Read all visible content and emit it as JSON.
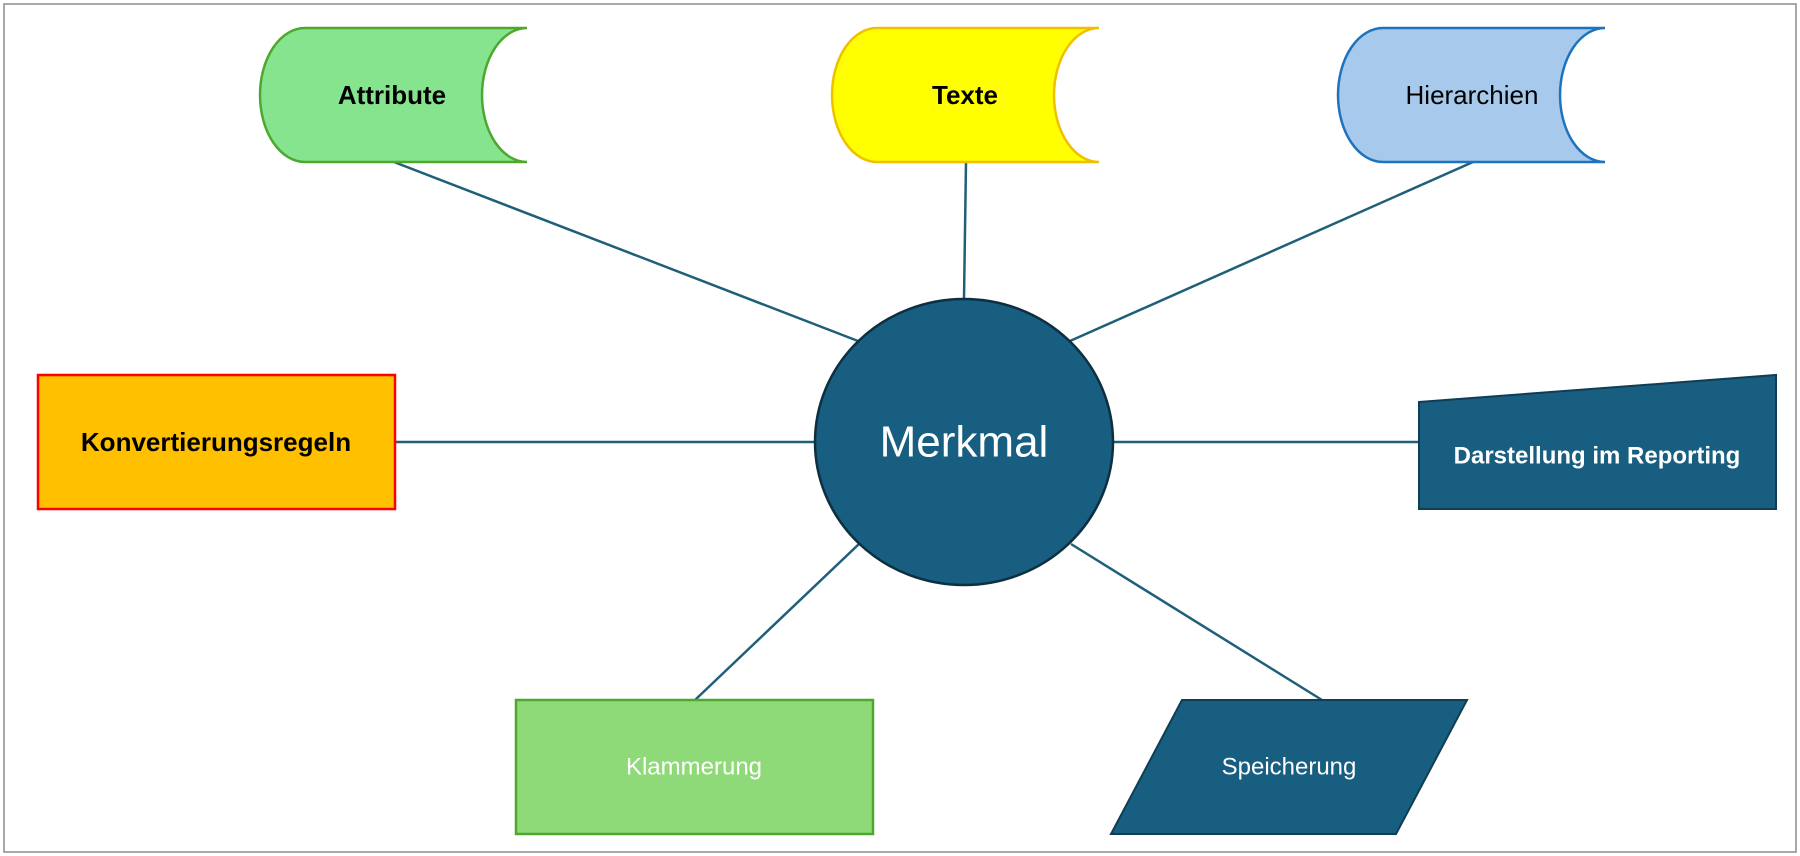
{
  "diagram": {
    "center": {
      "label": "Merkmal"
    },
    "nodes": {
      "attribute": {
        "label": "Attribute"
      },
      "texte": {
        "label": "Texte"
      },
      "hierarchien": {
        "label": "Hierarchien"
      },
      "konvertierungsregeln": {
        "label": "Konvertierungsregeln"
      },
      "darstellung": {
        "label": "Darstellung im Reporting"
      },
      "klammerung": {
        "label": "Klammerung"
      },
      "speicherung": {
        "label": "Speicherung"
      }
    }
  },
  "colors": {
    "dark_teal": "#175E80",
    "connector": "#1F5F7A",
    "green_fill": "#86E48F",
    "green_stroke": "#4EA72E",
    "yellow_fill": "#FFFF00",
    "yellow_stroke": "#F0C000",
    "blue_fill": "#A7C9EC",
    "blue_stroke": "#1E73BE",
    "orange_fill": "#FFC000",
    "red_stroke": "#FF0000",
    "light_green_fill": "#8FDA78",
    "light_green_stroke": "#4EA72E"
  }
}
